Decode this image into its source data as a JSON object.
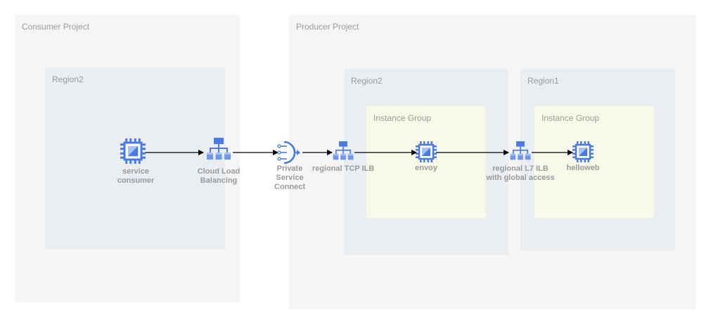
{
  "containers": {
    "consumer_project": "Consumer Project",
    "consumer_region": "Region2",
    "producer_project": "Producer Project",
    "producer_region2": "Region2",
    "producer_region1": "Region1",
    "instance_group_1": "Instance Group",
    "instance_group_2": "Instance Group"
  },
  "nodes": {
    "service_consumer": "service\nconsumer",
    "cloud_lb": "Cloud Load\nBalancing",
    "psc": "Private\nService\nConnect",
    "tcp_ilb": "regional TCP ILB",
    "envoy": "envoy",
    "l7_ilb": "regional L7 ILB\nwith global access",
    "helloweb": "helloweb"
  },
  "icons": {
    "service_consumer": "compute-chip-icon",
    "cloud_lb": "load-balancer-icon",
    "psc": "private-service-connect-icon",
    "tcp_ilb": "load-balancer-icon",
    "envoy": "compute-chip-icon",
    "l7_ilb": "load-balancer-icon",
    "helloweb": "compute-chip-icon"
  },
  "colors": {
    "icon_blue": "#4a7be5",
    "icon_blue_light": "#a8c0f2",
    "edge": "#000000"
  }
}
